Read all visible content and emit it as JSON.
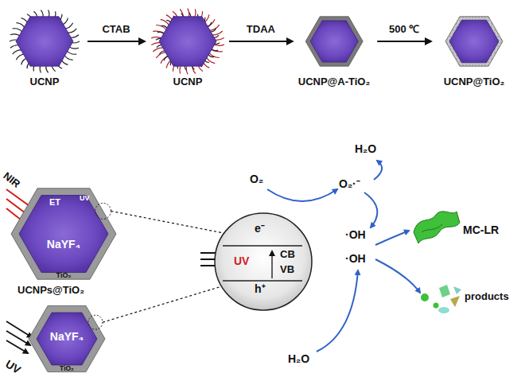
{
  "diagram": {
    "nodes": [
      {
        "text": [
          "UCNP"
        ]
      },
      {
        "text": [
          "UCNP"
        ]
      },
      {
        "text": [
          "UCNP@A-TiO₂"
        ]
      },
      {
        "text": [
          "UCNP@TiO₂"
        ]
      },
      {
        "text": [
          "NaYF₄",
          "TiO₂",
          "UCNPs@TiO₂"
        ]
      },
      {
        "text": [
          "NaYF₄",
          "TiO₂"
        ]
      },
      {
        "text": [
          "e⁻",
          "CB",
          "UV",
          "VB",
          "h⁺"
        ]
      }
    ],
    "edges": [
      {
        "from": 0,
        "to": 1,
        "label": "CTAB",
        "arrow": "to"
      },
      {
        "from": 1,
        "to": 2,
        "label": "TDAA",
        "arrow": "to"
      },
      {
        "from": 2,
        "to": 3,
        "label": "500 ℃",
        "arrow": "to"
      },
      {
        "from": 4,
        "to": 6,
        "arrow": "none"
      },
      {
        "from": 5,
        "to": 6,
        "arrow": "none"
      }
    ],
    "labels": [
      "NIR",
      "ET",
      "UV",
      "UV",
      "O₂",
      "O₂·⁻",
      "H₂O",
      "·OH",
      "·OH",
      "H₂O",
      "MC-LR",
      "products"
    ]
  }
}
